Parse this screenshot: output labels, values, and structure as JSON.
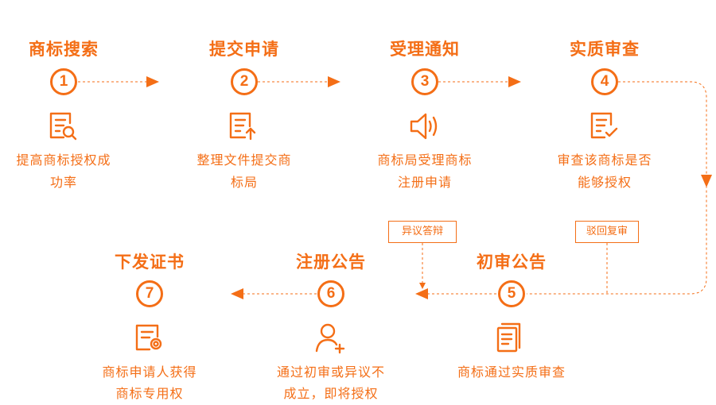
{
  "steps": [
    {
      "number": "1",
      "title": "商标搜索",
      "description_line1": "提高商标授权成",
      "description_line2": "功率",
      "icon": "document-search-icon"
    },
    {
      "number": "2",
      "title": "提交申请",
      "description_line1": "整理文件提交商",
      "description_line2": "标局",
      "icon": "document-upload-icon"
    },
    {
      "number": "3",
      "title": "受理通知",
      "description_line1": "商标局受理商标",
      "description_line2": "注册申请",
      "icon": "speaker-icon"
    },
    {
      "number": "4",
      "title": "实质审查",
      "description_line1": "审查该商标是否",
      "description_line2": "能够授权",
      "icon": "document-check-icon"
    },
    {
      "number": "5",
      "title": "初审公告",
      "description_line1": "商标通过实质审查",
      "description_line2": "",
      "icon": "documents-stack-icon"
    },
    {
      "number": "6",
      "title": "注册公告",
      "description_line1": "通过初审或异议不",
      "description_line2": "成立，即将授权",
      "icon": "add-user-icon"
    },
    {
      "number": "7",
      "title": "下发证书",
      "description_line1": "商标申请人获得",
      "description_line2": "商标专用权",
      "icon": "certificate-icon"
    }
  ],
  "branches": {
    "objection_label": "异议答辩",
    "rejection_label": "驳回复审"
  },
  "colors": {
    "accent": "#f46e16",
    "background": "#ffffff"
  }
}
